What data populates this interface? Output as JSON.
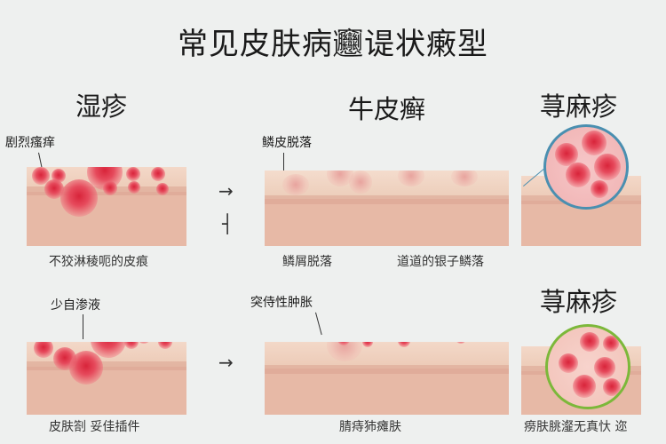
{
  "title": "常见皮肤病𰻝𬤊状瘷𡋾",
  "row1": {
    "headings": [
      "湿疹",
      "牛皮癣",
      "荨麻疹"
    ],
    "callouts": [
      "剧烈瘙痒",
      "鳞皮脱落"
    ],
    "captions": [
      "不狡淋稜呃的皮痕",
      "鳞屑脱落",
      "道道的银子鳞落"
    ],
    "circle_color": "#4a8fb0"
  },
  "row2": {
    "headings": [
      "荨麻疹"
    ],
    "callouts": [
      "少自渗液",
      "突侍性肿胀"
    ],
    "captions": [
      "皮肤劄  妥佳插件",
      "腈痔犻瘫肤",
      "痨肤朓瀣无真忕  迩"
    ],
    "circle_color": "#7cb83a"
  },
  "arrows": [
    "→",
    "┤",
    "→"
  ]
}
